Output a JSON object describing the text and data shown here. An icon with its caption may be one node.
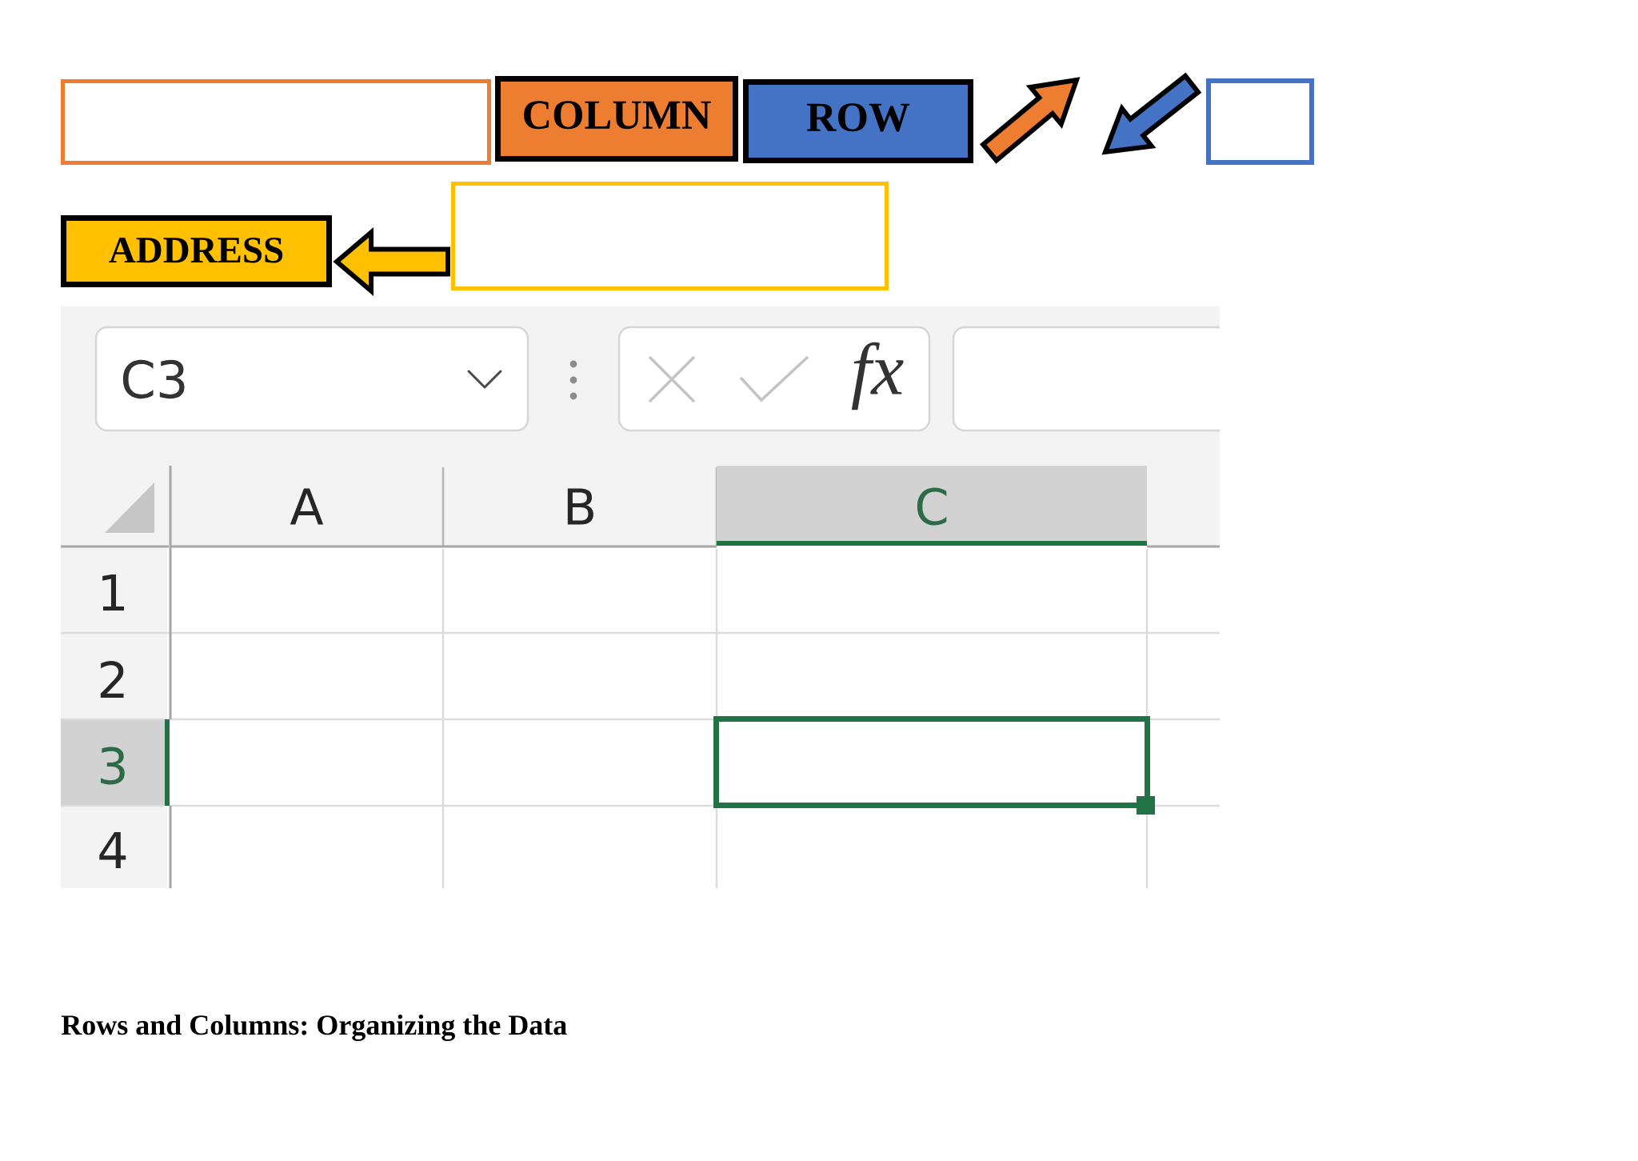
{
  "diagram": {
    "caption": "Rows and Columns: Organizing the Data",
    "nodes": [
      {
        "text": [],
        "shape": "box"
      },
      {
        "text": [
          "COLUMN"
        ]
      },
      {
        "text": [
          "ROW"
        ]
      },
      {
        "text": [],
        "shape": "box"
      },
      {
        "text": [
          "ADDRESS"
        ]
      },
      {
        "text": [],
        "shape": "box"
      }
    ],
    "edges": [
      {
        "from": 2,
        "to": null,
        "arrow": "to",
        "color": "#ed7d31"
      },
      {
        "from": 3,
        "to": null,
        "arrow": "to",
        "color": "#4472c4"
      },
      {
        "from": 5,
        "to": 4,
        "arrow": "to",
        "color": "#ffc000"
      }
    ],
    "labels": [
      "C3",
      "fx",
      "A",
      "B",
      "C",
      "1",
      "2",
      "3",
      "4"
    ]
  }
}
